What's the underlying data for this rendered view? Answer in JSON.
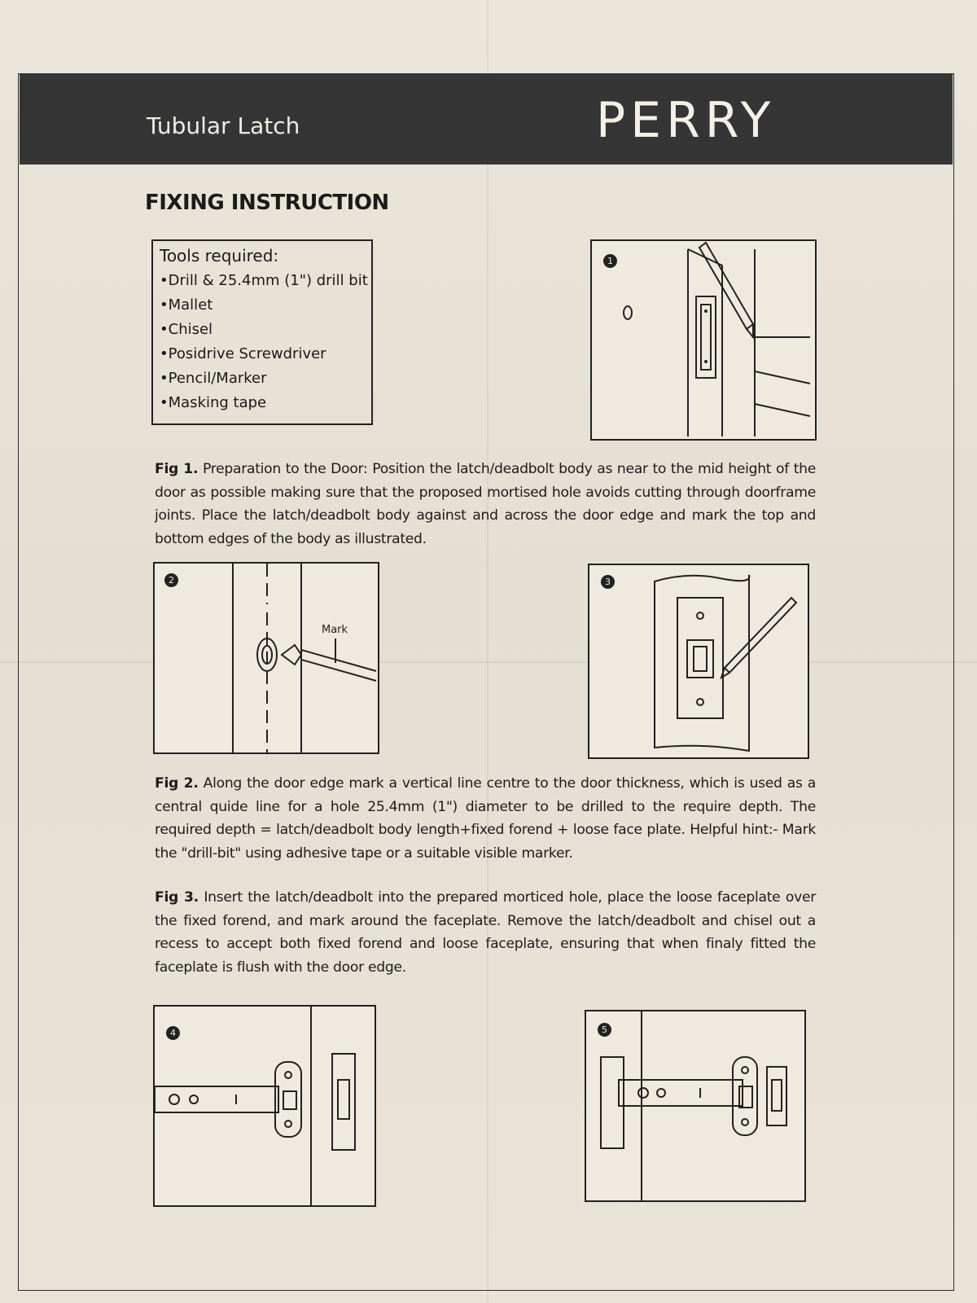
{
  "header": {
    "title": "Tubular Latch",
    "brand": "PERRY"
  },
  "section_title": "FIXING INSTRUCTION",
  "tools": {
    "heading": "Tools required:",
    "items": [
      "Drill & 25.4mm (1\") drill bit",
      "Mallet",
      "Chisel",
      "Posidrive Screwdriver",
      "Pencil/Marker",
      "Masking tape"
    ]
  },
  "figures": [
    {
      "number": "1"
    },
    {
      "number": "2",
      "mark_label": "Mark"
    },
    {
      "number": "3"
    },
    {
      "number": "4"
    },
    {
      "number": "5"
    }
  ],
  "captions": {
    "fig1": {
      "label": "Fig 1.",
      "text": "Preparation to the Door: Position the latch/deadbolt body as near to the mid height of the door as possible making sure that the proposed mortised hole avoids cutting through doorframe joints. Place the latch/deadbolt body against and across the door edge and mark the top and bottom edges of the body as illustrated."
    },
    "fig2": {
      "label": "Fig 2.",
      "text": "Along the door edge mark a vertical line centre to the door thickness, which is used as a central quide line for a hole 25.4mm (1\") diameter to be drilled to the require depth. The required depth = latch/deadbolt body length+fixed forend + loose face plate. Helpful hint:- Mark the \"drill-bit\" using adhesive tape or a suitable visible marker."
    },
    "fig3": {
      "label": "Fig 3.",
      "text": "Insert the latch/deadbolt into the prepared morticed hole, place the loose faceplate over the fixed forend, and mark around the faceplate. Remove the latch/deadbolt and chisel out a recess to accept both fixed forend and loose faceplate, ensuring that when finaly fitted the faceplate is flush with the door edge."
    }
  },
  "colors": {
    "header_bg": "#353535",
    "paper": "#e8e3d7",
    "ink": "#1c1c1c"
  }
}
